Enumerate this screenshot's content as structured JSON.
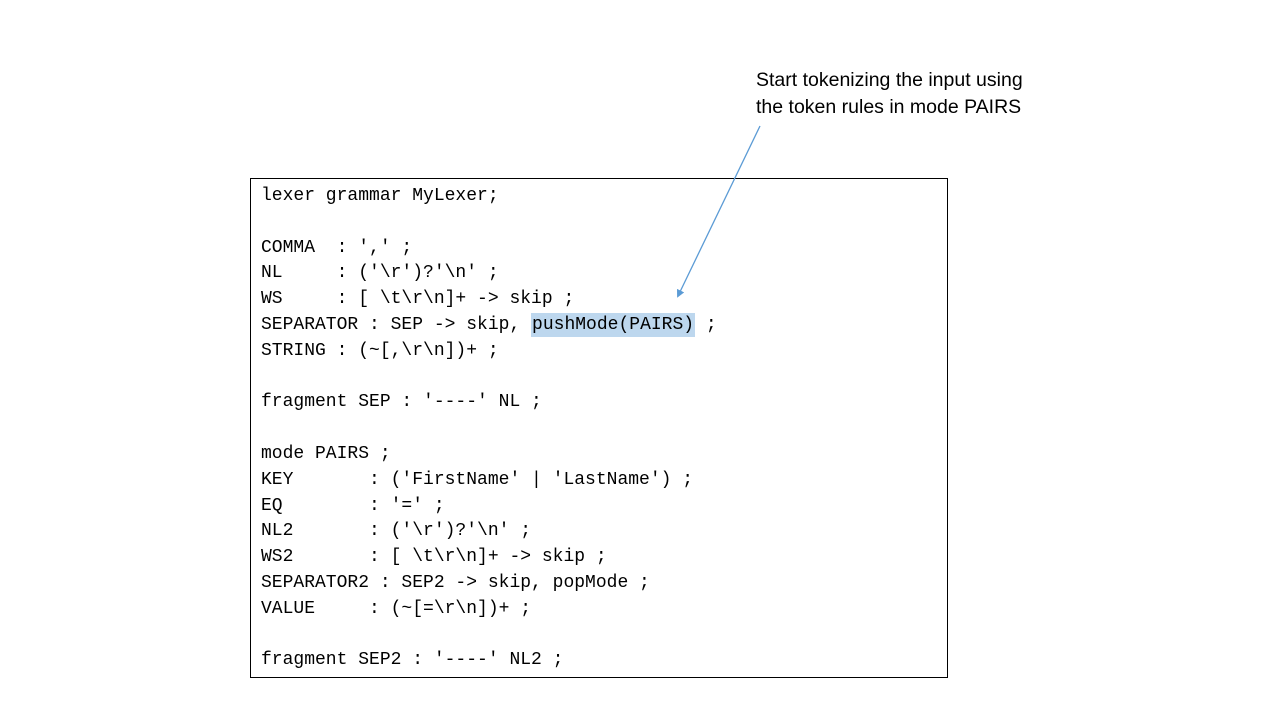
{
  "callout": {
    "line1": "Start tokenizing the input using",
    "line2": "the token rules in mode PAIRS"
  },
  "code": {
    "lines": [
      {
        "pre": "lexer grammar MyLexer;"
      },
      {
        "pre": ""
      },
      {
        "pre": "COMMA  : ',' ;"
      },
      {
        "pre": "NL     : ('\\r')?'\\n' ;"
      },
      {
        "pre": "WS     : [ \\t\\r\\n]+ -> skip ;"
      },
      {
        "pre": "SEPARATOR : SEP -> skip, ",
        "highlight": "pushMode(PAIRS)",
        "post": " ;"
      },
      {
        "pre": "STRING : (~[,\\r\\n])+ ;"
      },
      {
        "pre": ""
      },
      {
        "pre": "fragment SEP : '----' NL ;"
      },
      {
        "pre": ""
      },
      {
        "pre": "mode PAIRS ;"
      },
      {
        "pre": "KEY       : ('FirstName' | 'LastName') ;"
      },
      {
        "pre": "EQ        : '=' ;"
      },
      {
        "pre": "NL2       : ('\\r')?'\\n' ;"
      },
      {
        "pre": "WS2       : [ \\t\\r\\n]+ -> skip ;"
      },
      {
        "pre": "SEPARATOR2 : SEP2 -> skip, popMode ;"
      },
      {
        "pre": "VALUE     : (~[=\\r\\n])+ ;"
      },
      {
        "pre": ""
      },
      {
        "pre": "fragment SEP2 : '----' NL2 ;"
      }
    ]
  },
  "colors": {
    "highlight": "#bdd7ee",
    "arrow": "#5b9bd5"
  }
}
